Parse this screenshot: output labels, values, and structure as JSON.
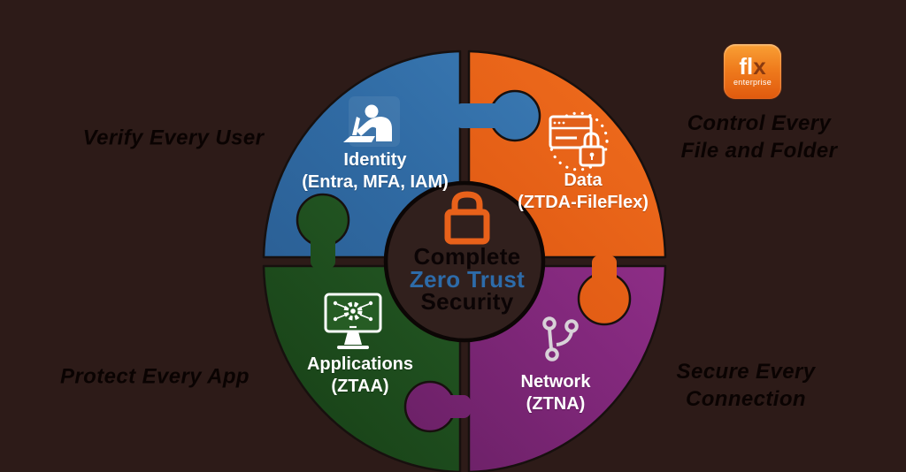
{
  "logo": {
    "fl": "fl",
    "x": "x",
    "sub": "enterprise"
  },
  "center": {
    "icon": "padlock-icon",
    "line1": "Complete",
    "line2": "Zero Trust",
    "line3": "Security"
  },
  "quadrants": {
    "identity": {
      "label": "Identity",
      "sublabel": "(Entra, MFA, IAM)",
      "icon": "person-laptop-icon",
      "color": "#306ba4"
    },
    "data": {
      "label": "Data",
      "sublabel": "(ZTDA-FileFlex)",
      "icon": "document-lock-icon",
      "color": "#e05a13"
    },
    "applications": {
      "label": "Applications",
      "sublabel": "(ZTAA)",
      "icon": "monitor-gear-icon",
      "color": "#235723"
    },
    "network": {
      "label": "Network",
      "sublabel": "(ZTNA)",
      "icon": "git-branch-icon",
      "color": "#7f2779"
    }
  },
  "outside_labels": {
    "verify": "Verify Every User",
    "control_line1": "Control Every",
    "control_line2": "File and Folder",
    "protect": "Protect Every App",
    "secure_line1": "Secure Every",
    "secure_line2": "Connection"
  },
  "colors": {
    "background": "#2d1b18",
    "lock_orange": "#e8611a",
    "zero_trust_blue": "#2d6ba9",
    "label_black": "#0a0302",
    "network_icon_gray": "#d8d2d8",
    "center_circle_fill": "#31201d"
  }
}
